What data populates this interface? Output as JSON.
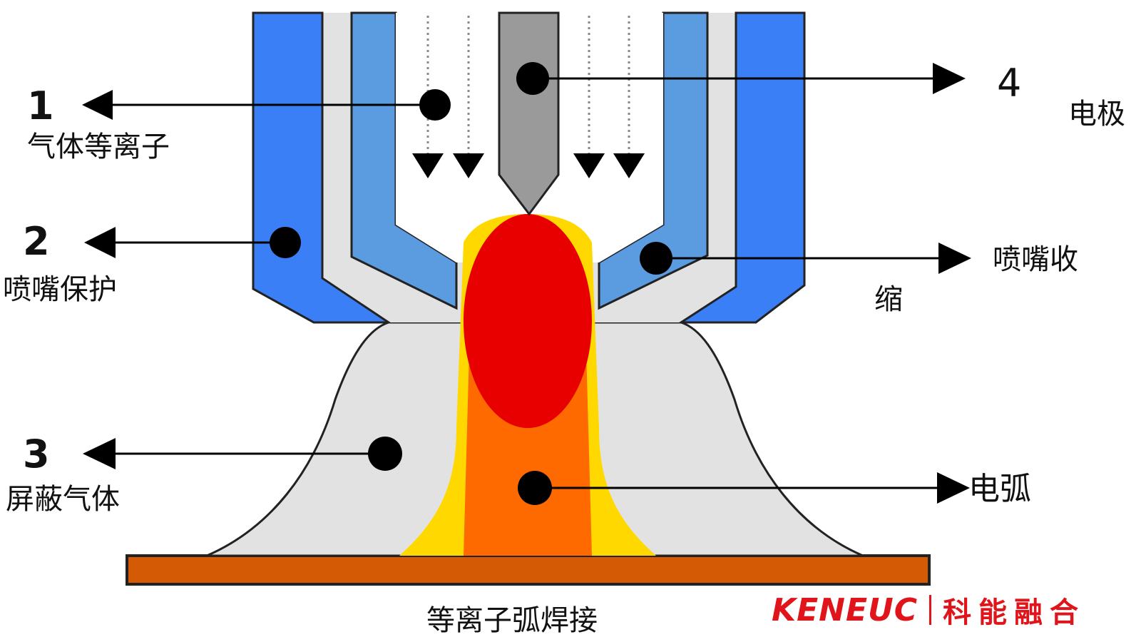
{
  "labels": {
    "n1": "1",
    "gas_plasma": "气体等离子",
    "n2": "2",
    "nozzle_protection": "喷嘴保护",
    "n3": "3",
    "shielding_gas": "屏蔽气体",
    "n4": "4",
    "electrode": "电极",
    "nozzle_contraction_a": "喷嘴收",
    "nozzle_contraction_b": "缩",
    "arc": "电弧"
  },
  "caption": "等离子弧焊接",
  "brand": {
    "latin": "KENEUC",
    "chinese": "科能融合"
  },
  "colors": {
    "outer_nozzle": "#3a7ff5",
    "inner_nozzle": "#5b9be0",
    "gas_gray": "#e2e2e2",
    "electrode": "#9a9a9a",
    "arc_yellow": "#ffd800",
    "arc_orange": "#ff6a00",
    "arc_red": "#e80000",
    "workpiece": "#d45a05",
    "brand_red": "#e0151b"
  }
}
